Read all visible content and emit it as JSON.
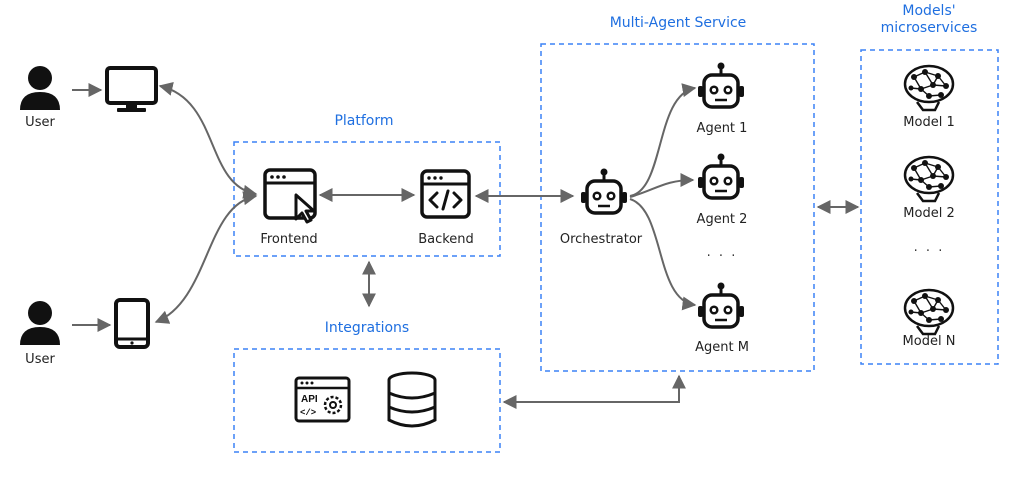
{
  "users": [
    {
      "label": "User",
      "device": "monitor-icon"
    },
    {
      "label": "User",
      "device": "tablet-icon"
    }
  ],
  "platform": {
    "title": "Platform",
    "frontend": {
      "label": "Frontend",
      "icon": "browser-cursor-icon"
    },
    "backend": {
      "label": "Backend",
      "icon": "code-window-icon"
    }
  },
  "integrations": {
    "title": "Integrations",
    "items": [
      {
        "icon": "api-settings-icon"
      },
      {
        "icon": "database-icon"
      }
    ]
  },
  "multi_agent_service": {
    "title": "Multi-Agent Service",
    "orchestrator": {
      "label": "Orchestrator",
      "icon": "robot-icon"
    },
    "agents": [
      {
        "label": "Agent 1",
        "icon": "robot-icon"
      },
      {
        "label": "Agent 2",
        "icon": "robot-icon"
      },
      {
        "label": "Agent M",
        "icon": "robot-icon"
      }
    ],
    "ellipsis": "· · ·"
  },
  "models": {
    "title_line1": "Models'",
    "title_line2": "microservices",
    "items": [
      {
        "label": "Model 1",
        "icon": "brain-network-icon"
      },
      {
        "label": "Model 2",
        "icon": "brain-network-icon"
      },
      {
        "label": "Model N",
        "icon": "brain-network-icon"
      }
    ],
    "ellipsis": "· · ·"
  },
  "colors": {
    "accent": "#1f6fe0",
    "dashed_border": "#3b82f6",
    "arrow": "#666666",
    "icon": "#111111"
  }
}
